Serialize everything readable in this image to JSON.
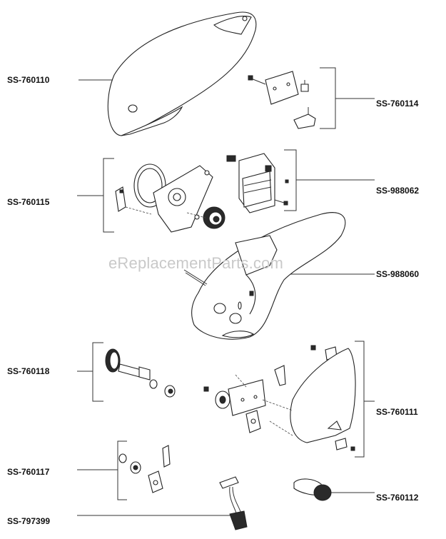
{
  "watermark": "eReplacementParts.com",
  "labels": {
    "p760110": "SS-760110",
    "p760114": "SS-760114",
    "p760115": "SS-760115",
    "p988062": "SS-988062",
    "p988060": "SS-988060",
    "p760118": "SS-760118",
    "p760111": "SS-760111",
    "p760117": "SS-760117",
    "p760112": "SS-760112",
    "p797399": "SS-797399"
  }
}
